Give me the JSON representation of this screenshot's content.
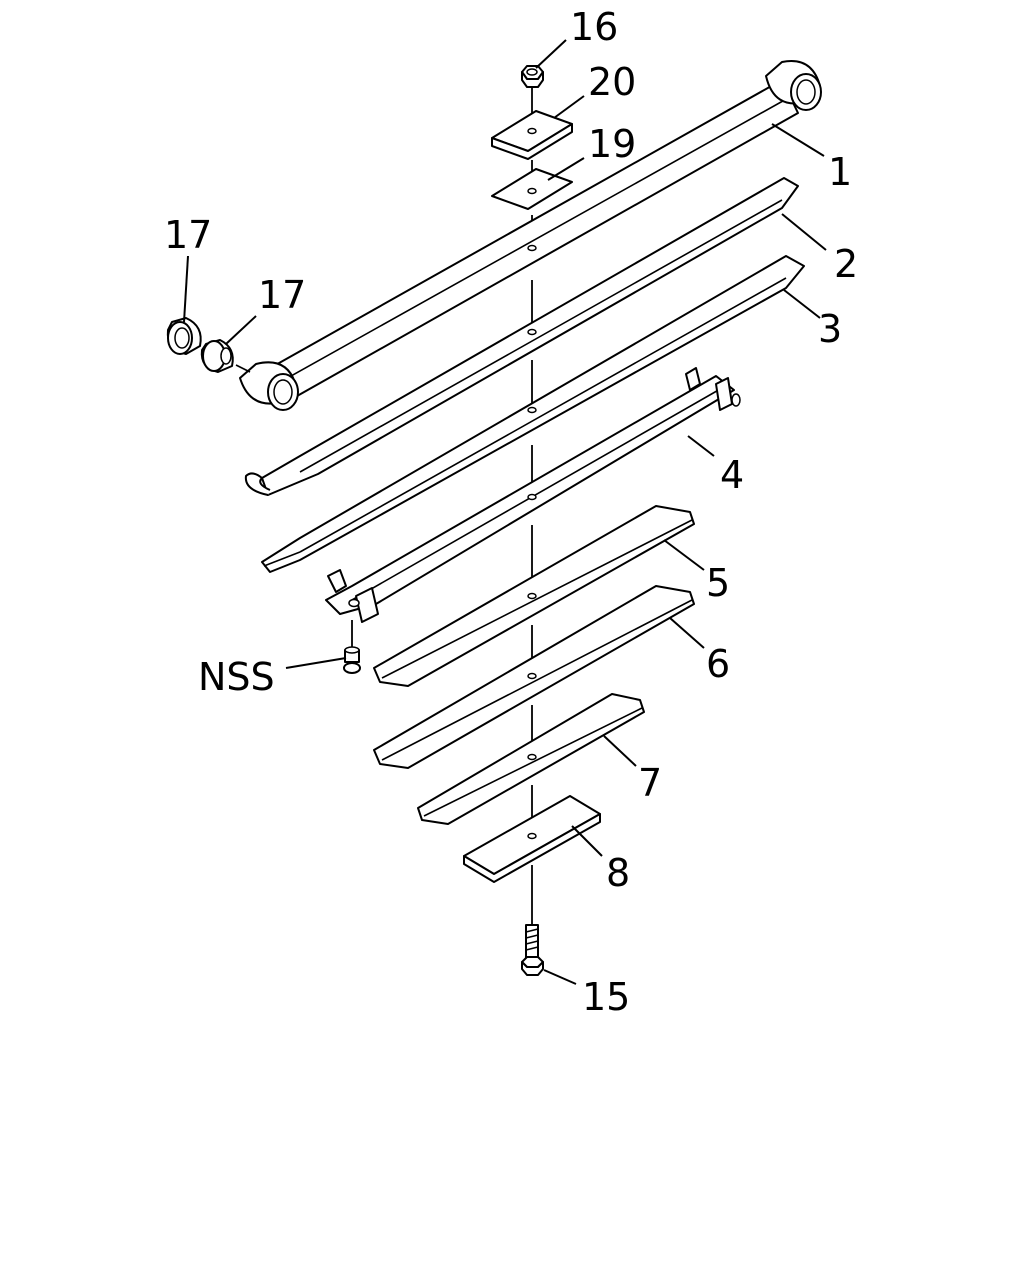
{
  "callouts": {
    "p1": "1",
    "p2": "2",
    "p3": "3",
    "p4": "4",
    "p5": "5",
    "p6": "6",
    "p7": "7",
    "p8": "8",
    "p15": "15",
    "p16": "16",
    "p17a": "17",
    "p17b": "17",
    "p19": "19",
    "p20": "20",
    "nss": "NSS"
  },
  "colors": {
    "line": "#000000",
    "background": "#ffffff"
  }
}
